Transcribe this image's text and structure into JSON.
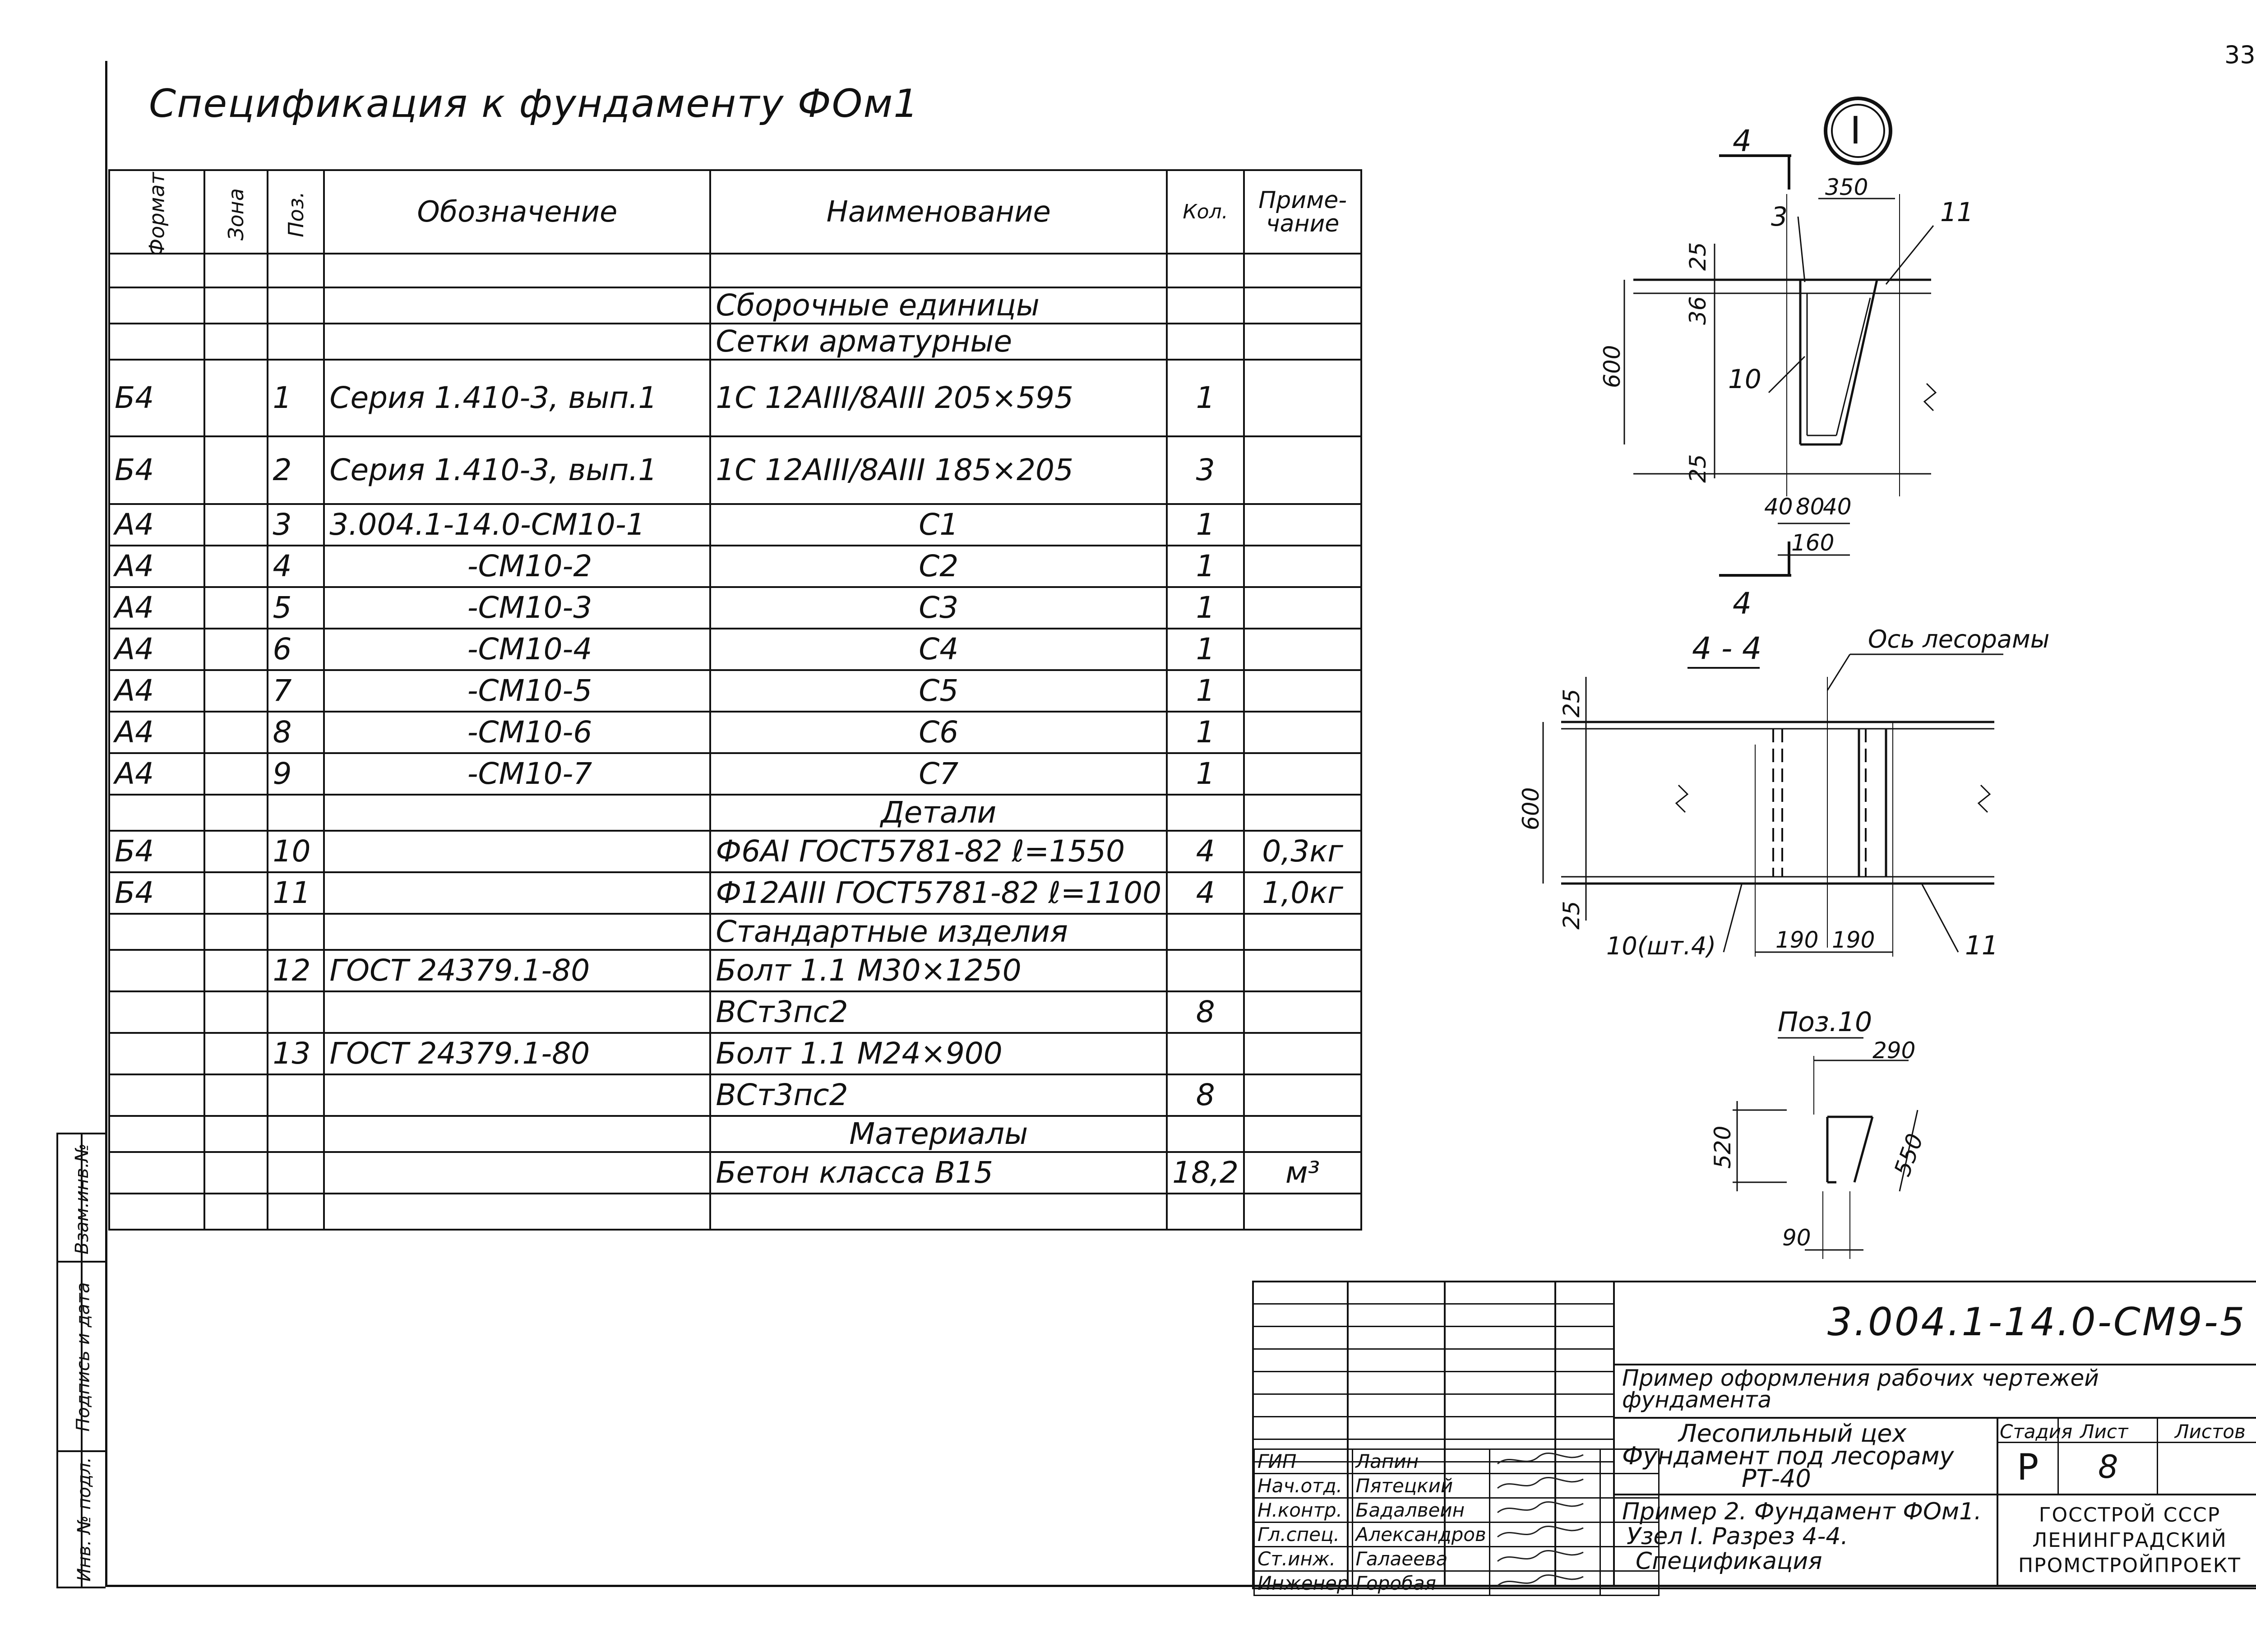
{
  "page_number": "33",
  "spec_title": "Спецификация   к   фундаменту   ФОм1",
  "table": {
    "headers": {
      "format": "Формат",
      "zone": "Зона",
      "pos": "Поз.",
      "designation": "Обозначение",
      "name": "Наименование",
      "qty": "Кол.",
      "note": "Приме- чание"
    },
    "rows": [
      {
        "format": "",
        "pos": "",
        "designation": "",
        "name": "",
        "qty": "",
        "note": ""
      },
      {
        "format": "",
        "pos": "",
        "designation": "",
        "name": "Сборочные единицы",
        "qty": "",
        "note": ""
      },
      {
        "format": "",
        "pos": "",
        "designation": "",
        "name": "Сетки арматурные",
        "qty": "",
        "note": ""
      },
      {
        "format": "Б4",
        "pos": "1",
        "designation": "Серия 1.410-3, вып.1",
        "name": "1С 12АIII/8АIII 205×595",
        "qty": "1",
        "note": ""
      },
      {
        "format": "Б4",
        "pos": "2",
        "designation": "Серия 1.410-3, вып.1",
        "name": "1С 12АIII/8АIII 185×205",
        "qty": "3",
        "note": ""
      },
      {
        "format": "А4",
        "pos": "3",
        "designation": "3.004.1-14.0-СМ10-1",
        "name": "С1",
        "qty": "1",
        "note": ""
      },
      {
        "format": "А4",
        "pos": "4",
        "designation": "-СМ10-2",
        "name": "С2",
        "qty": "1",
        "note": ""
      },
      {
        "format": "А4",
        "pos": "5",
        "designation": "-СМ10-3",
        "name": "С3",
        "qty": "1",
        "note": ""
      },
      {
        "format": "А4",
        "pos": "6",
        "designation": "-СМ10-4",
        "name": "С4",
        "qty": "1",
        "note": ""
      },
      {
        "format": "А4",
        "pos": "7",
        "designation": "-СМ10-5",
        "name": "С5",
        "qty": "1",
        "note": ""
      },
      {
        "format": "А4",
        "pos": "8",
        "designation": "-СМ10-6",
        "name": "С6",
        "qty": "1",
        "note": ""
      },
      {
        "format": "А4",
        "pos": "9",
        "designation": "-СМ10-7",
        "name": "С7",
        "qty": "1",
        "note": ""
      },
      {
        "format": "",
        "pos": "",
        "designation": "",
        "name": "Детали",
        "qty": "",
        "note": ""
      },
      {
        "format": "Б4",
        "pos": "10",
        "designation": "",
        "name": "Ф6АI ГОСТ5781-82 ℓ=1550",
        "qty": "4",
        "note": "0,3кг"
      },
      {
        "format": "Б4",
        "pos": "11",
        "designation": "",
        "name": "Ф12АIII ГОСТ5781-82 ℓ=1100",
        "qty": "4",
        "note": "1,0кг"
      },
      {
        "format": "",
        "pos": "",
        "designation": "",
        "name": "Стандартные изделия",
        "qty": "",
        "note": ""
      },
      {
        "format": "",
        "pos": "12",
        "designation": "ГОСТ 24379.1-80",
        "name": "Болт 1.1 М30×1250",
        "qty": "",
        "note": ""
      },
      {
        "format": "",
        "pos": "",
        "designation": "",
        "name": "ВСт3пс2",
        "qty": "8",
        "note": ""
      },
      {
        "format": "",
        "pos": "13",
        "designation": "ГОСТ 24379.1-80",
        "name": "Болт 1.1 М24×900",
        "qty": "",
        "note": ""
      },
      {
        "format": "",
        "pos": "",
        "designation": "",
        "name": "ВСт3пс2",
        "qty": "8",
        "note": ""
      },
      {
        "format": "",
        "pos": "",
        "designation": "",
        "name": "Материалы",
        "qty": "",
        "note": ""
      },
      {
        "format": "",
        "pos": "",
        "designation": "",
        "name": "Бетон класса В15",
        "qty": "18,2",
        "note": "м³"
      },
      {
        "format": "",
        "pos": "",
        "designation": "",
        "name": "",
        "qty": "",
        "note": ""
      }
    ]
  },
  "side_stamp": {
    "inv_no": "Инв. № подл.",
    "sign_date": "Подпись и дата",
    "replace": "Взам.инв.№"
  },
  "drawings": {
    "node_marker": "I",
    "section_mark": "4",
    "node": {
      "dims": [
        "350",
        "25",
        "36",
        "600",
        "25",
        "40",
        "80",
        "40",
        "160"
      ],
      "callouts": [
        "3",
        "11",
        "10"
      ]
    },
    "section": {
      "title": "4 - 4",
      "axis_label": "Ось лесорамы",
      "dims": [
        "25",
        "600",
        "25",
        "190",
        "190"
      ],
      "callouts": [
        "10(шт.4)",
        "11"
      ]
    },
    "pos10": {
      "title": "Поз.10",
      "dims": [
        "290",
        "520",
        "550",
        "90"
      ]
    }
  },
  "title_block": {
    "code": "3.004.1-14.0-СМ9-5",
    "project": "Пример оформления рабочих чертежей фундамента",
    "object_line1": "Лесопильный цех",
    "object_line2": "Фундамент под лесораму",
    "object_line3": "РТ-40",
    "sheet_title_1": "Пример 2. Фундамент ФОм1.",
    "sheet_title_2": "Узел I. Разрез 4-4.",
    "sheet_title_3": "Спецификация",
    "stage_label": "Стадия",
    "sheet_label": "Лист",
    "sheets_label": "Листов",
    "stage": "Р",
    "sheet": "8",
    "org_1": "ГОССТРОЙ СССР",
    "org_2": "ЛЕНИНГРАДСКИЙ",
    "org_3": "ПРОМСТРОЙПРОЕКТ",
    "signatures": [
      {
        "role": "ГИП",
        "name": "Лапин"
      },
      {
        "role": "Нач.отд.",
        "name": "Пятецкий"
      },
      {
        "role": "Н.контр.",
        "name": "Бадалвеин"
      },
      {
        "role": "Гл.спец.",
        "name": "Александров"
      },
      {
        "role": "Ст.инж.",
        "name": "Галаеева"
      },
      {
        "role": "Инженер",
        "name": "Горобая"
      }
    ]
  }
}
